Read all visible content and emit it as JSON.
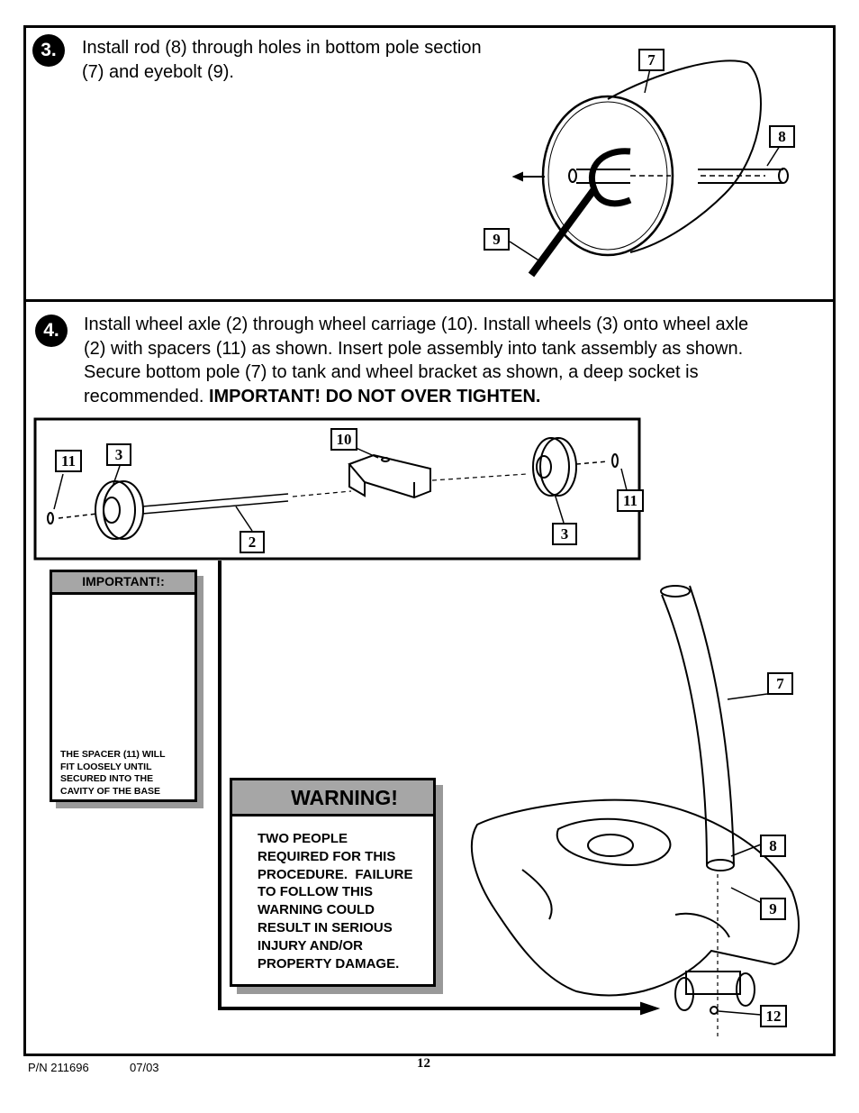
{
  "step3": {
    "number": "3.",
    "line1": "Install rod (8) through holes in bottom pole section",
    "line2": "(7) and eyebolt (9).",
    "callouts": {
      "pole": "7",
      "rod": "8",
      "eyebolt": "9"
    }
  },
  "step4": {
    "number": "4.",
    "line1": "Install wheel axle (2) through wheel carriage (10). Install wheels (3) onto wheel axle",
    "line2": "(2) with spacers (11) as shown. Insert pole assembly into tank assembly as shown.",
    "line3": "Secure bottom pole (7) to tank and wheel bracket as shown, a deep socket is",
    "line4_plain": "recommended. ",
    "line4_bold": "IMPORTANT! DO NOT OVER TIGHTEN.",
    "callouts": {
      "spacer_left": "11",
      "wheel_left": "3",
      "carriage": "10",
      "axle": "2",
      "wheel_right": "3",
      "spacer_right": "11",
      "pole": "7",
      "rod": "8",
      "eyebolt": "9",
      "part12": "12"
    }
  },
  "important_box": {
    "heading": "IMPORTANT!:",
    "note_lines": [
      "THE SPACER (11) WILL",
      "FIT LOOSELY UNTIL",
      "SECURED INTO THE",
      "CAVITY OF THE BASE"
    ]
  },
  "warning_box": {
    "heading": "WARNING!",
    "body_lines": [
      "TWO PEOPLE",
      "REQUIRED FOR THIS",
      "PROCEDURE.  FAILURE",
      "TO FOLLOW THIS",
      "WARNING COULD",
      "RESULT IN SERIOUS",
      "INJURY AND/OR",
      "PROPERTY DAMAGE."
    ]
  },
  "footer": {
    "part_number": "P/N 211696",
    "date": "07/03",
    "page": "12"
  }
}
